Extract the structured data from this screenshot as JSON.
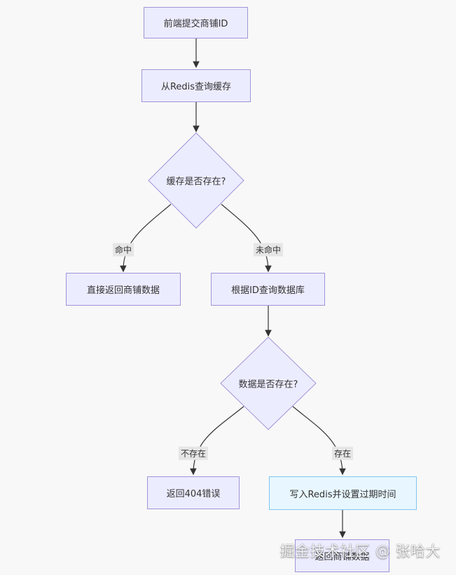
{
  "nodes": {
    "frontend_submit": "前端提交商铺ID",
    "redis_query": "从Redis查询缓存",
    "cache_exists": "缓存是否存在?",
    "return_direct": "直接返回商铺数据",
    "db_query": "根据ID查询数据库",
    "data_exists": "数据是否存在?",
    "return_404": "返回404错误",
    "write_redis": "写入Redis并设置过期时间",
    "return_shop": "返回商铺数据"
  },
  "edges": {
    "hit": "命中",
    "miss": "未命中",
    "not_exist": "不存在",
    "exist": "存在"
  },
  "watermark": "掘金技术社区 @ 张哈大",
  "colors": {
    "node_fill": "#ececff",
    "node_border": "#9f95d8",
    "highlight_fill": "#e8f7ff",
    "highlight_border": "#7fc7f0",
    "edge": "#333333"
  }
}
